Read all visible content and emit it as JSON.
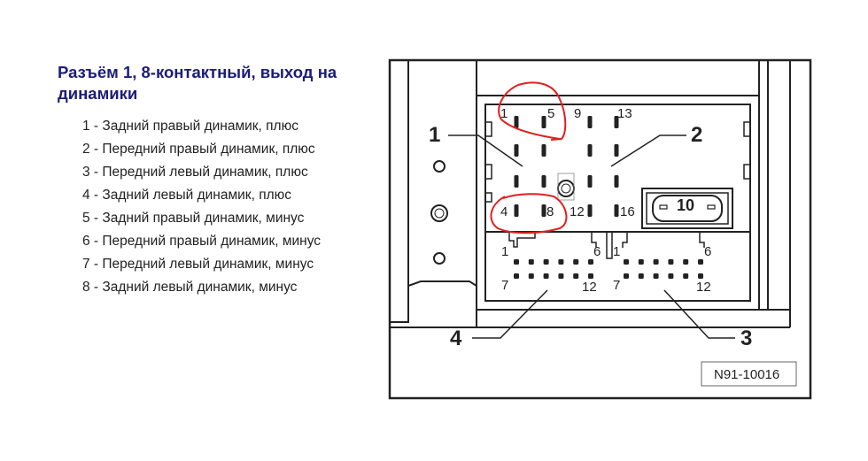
{
  "title": "Разъём 1, 8-контактный, выход на динамики",
  "pins": [
    "1 - Задний правый динамик, плюс",
    "2 - Передний правый динамик, плюс",
    "3 - Передний левый динамик, плюс",
    "4 - Задний левый динамик, плюс",
    "5 - Задний правый динамик, минус",
    "6 - Передний правый динамик, минус",
    "7 - Передний левый динамик, минус",
    "8 - Задний левый динамик, минус"
  ],
  "diagram": {
    "callouts": [
      "1",
      "2",
      "3",
      "4"
    ],
    "pin_numbers_top": [
      "1",
      "5",
      "9",
      "13"
    ],
    "pin_numbers_bottom": [
      "4",
      "8",
      "12",
      "16"
    ],
    "fuse_label": "10",
    "left_block": {
      "start": "1",
      "end_top": "6",
      "start_bottom": "7",
      "end": "12"
    },
    "right_block": {
      "start": "1",
      "end_top": "6",
      "start_bottom": "7",
      "end": "12"
    },
    "figure_id": "N91-10016",
    "highlight_color": "#e0201e"
  }
}
